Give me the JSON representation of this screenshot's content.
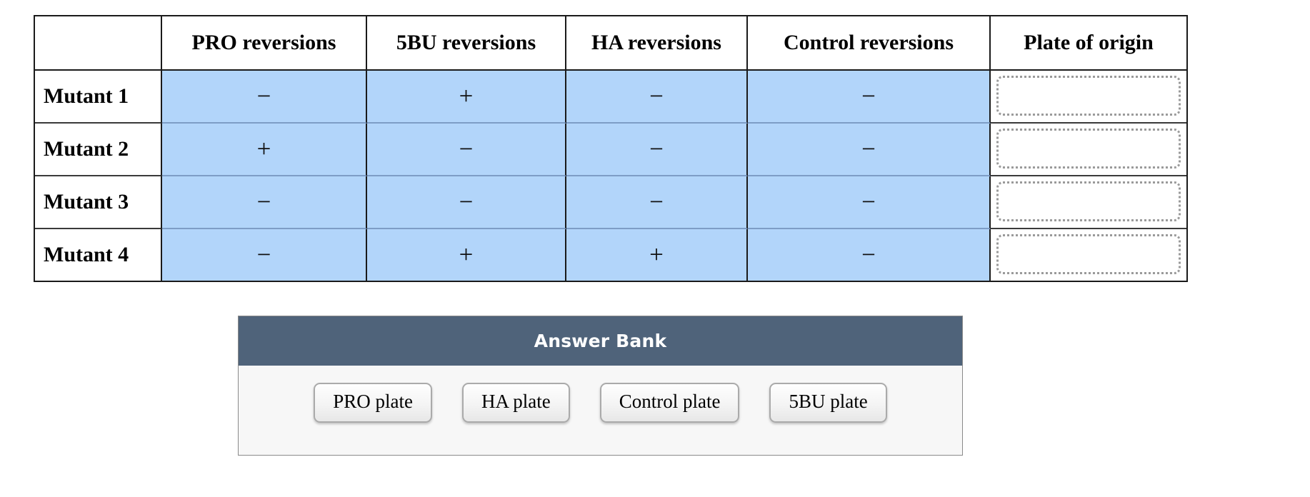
{
  "table": {
    "columns": [
      "",
      "PRO reversions",
      "5BU reversions",
      "HA reversions",
      "Control reversions",
      "Plate of origin"
    ],
    "rows": [
      {
        "label": "Mutant 1",
        "values": [
          "−",
          "+",
          "−",
          "−"
        ],
        "plate_of_origin": ""
      },
      {
        "label": "Mutant 2",
        "values": [
          "+",
          "−",
          "−",
          "−"
        ],
        "plate_of_origin": ""
      },
      {
        "label": "Mutant 3",
        "values": [
          "−",
          "−",
          "−",
          "−"
        ],
        "plate_of_origin": ""
      },
      {
        "label": "Mutant 4",
        "values": [
          "−",
          "+",
          "+",
          "−"
        ],
        "plate_of_origin": ""
      }
    ]
  },
  "answer_bank": {
    "title": "Answer Bank",
    "items": [
      "PRO plate",
      "HA plate",
      "Control plate",
      "5BU plate"
    ]
  },
  "colors": {
    "cell_blue": "#b2d5fa",
    "blue_row_divider": "#7e9dc6",
    "table_border": "#1a1a1a",
    "dropzone_border": "#9a9a9a",
    "bank_header_bg": "#4f637a",
    "bank_header_text": "#ffffff",
    "bank_body_bg": "#f7f7f7",
    "chip_border": "#aaaaaa"
  }
}
